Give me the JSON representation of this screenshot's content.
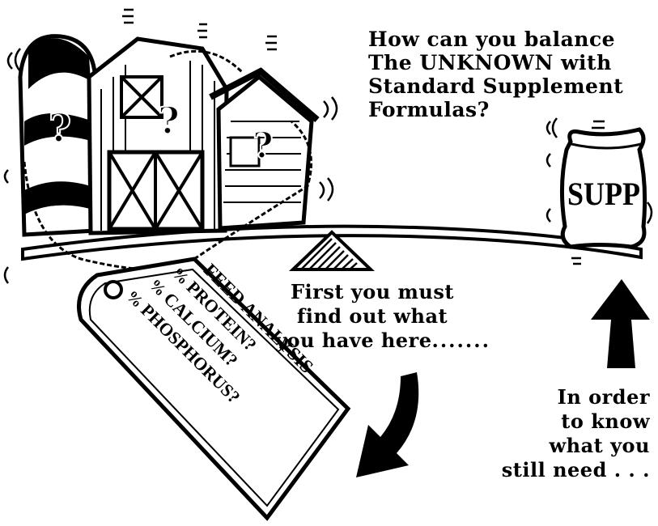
{
  "question": {
    "lines": [
      "How can you balance",
      "The UNKNOWN with",
      "Standard Supplement",
      "Formulas?"
    ]
  },
  "first_text": {
    "lines": [
      "First you must",
      "find out what",
      "you have here"
    ],
    "trailing_dots": "......."
  },
  "need_text": {
    "lines": [
      "In order",
      "to know",
      "what you",
      "still need . . ."
    ]
  },
  "farm": {
    "question_mark": "?"
  },
  "supp_bag": {
    "label": "SUPP"
  },
  "tag": {
    "title": "FEED ANALYSIS",
    "items": [
      {
        "prefix": "%",
        "label": "PROTEIN?"
      },
      {
        "prefix": "%",
        "label": "CALCIUM?"
      },
      {
        "prefix": "%",
        "label": "PHOSPHORUS?"
      }
    ]
  },
  "colors": {
    "ink": "#000000",
    "paper": "#ffffff"
  }
}
